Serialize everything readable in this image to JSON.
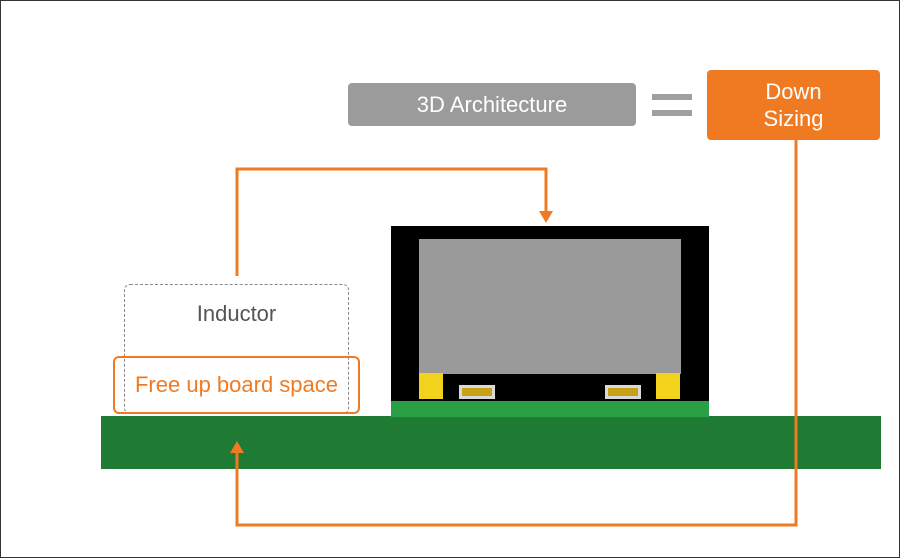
{
  "labels": {
    "architecture": "3D Architecture",
    "down_sizing": [
      "Down",
      "Sizing"
    ],
    "inductor": "Inductor",
    "free_up": "Free up board space"
  },
  "colors": {
    "accent_orange": "#f07a22",
    "label_gray": "#9b9b9b",
    "board_green": "#1f7a34",
    "pad_green": "#2aa046",
    "terminal_yellow": "#f2d21a"
  }
}
